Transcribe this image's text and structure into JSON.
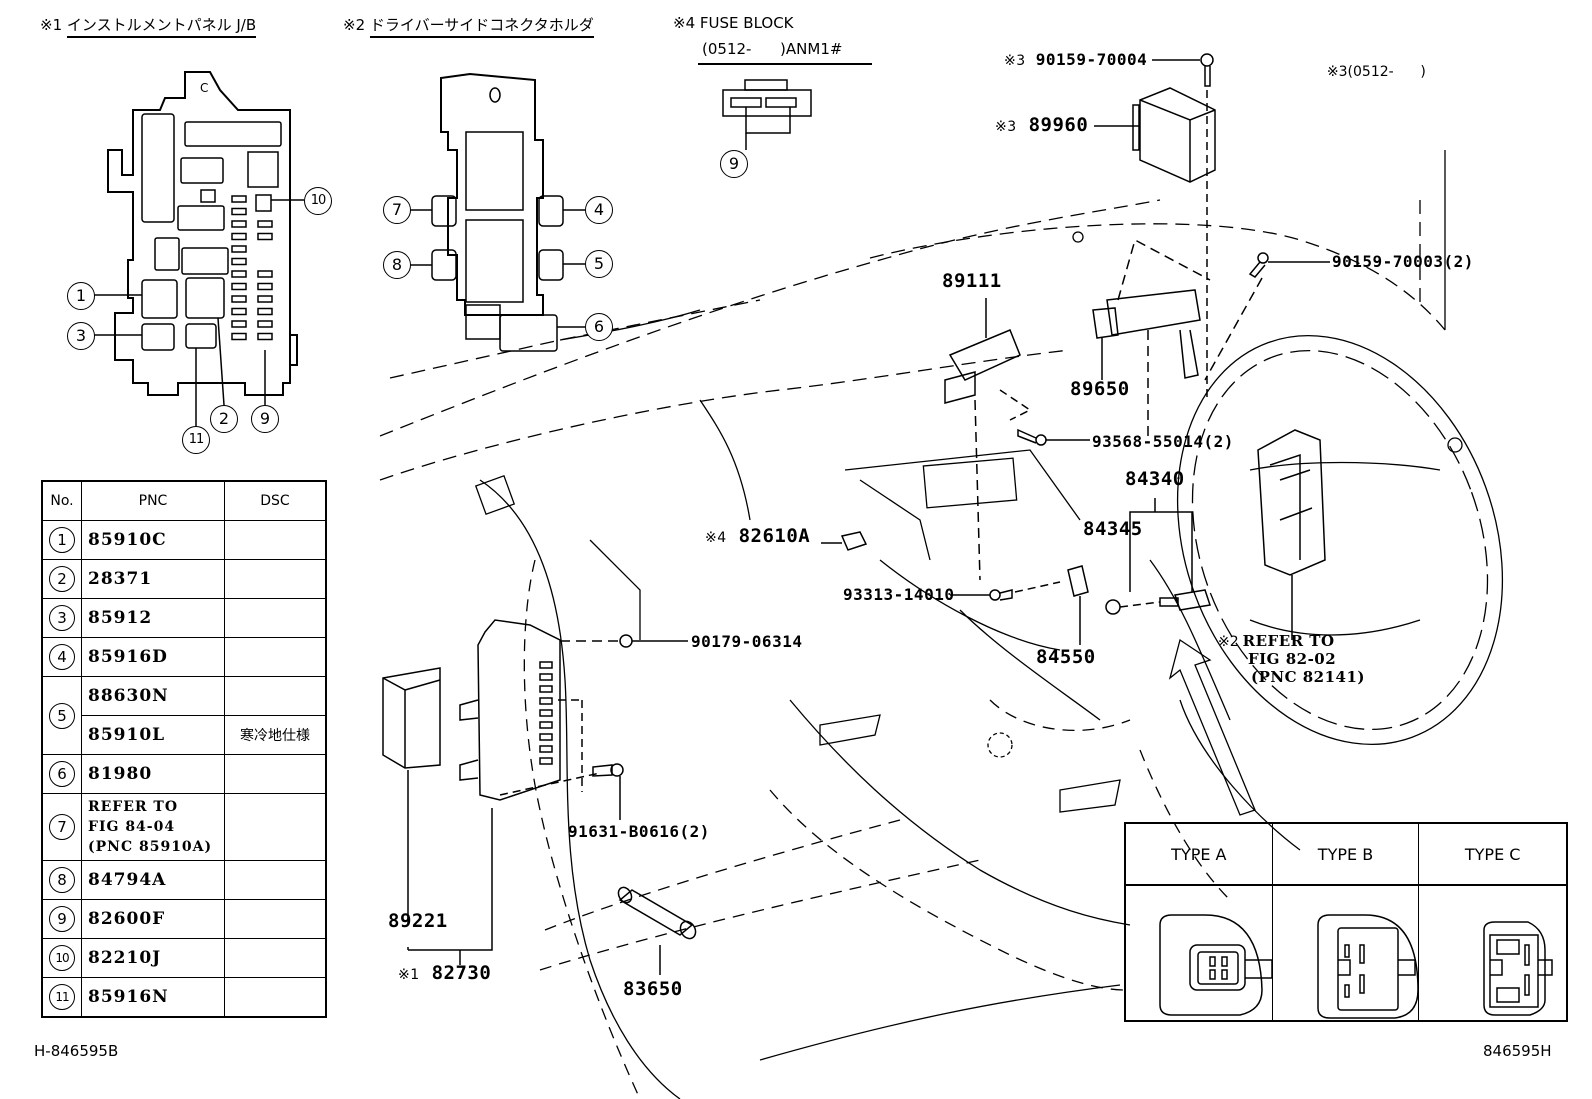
{
  "headers": {
    "jb": {
      "mark": "※1",
      "title": "インストルメントパネル J/B"
    },
    "connector_holder": {
      "mark": "※2",
      "title": "ドライバーサイドコネクタホルダ"
    },
    "fuse_block": {
      "mark": "※4",
      "title": "FUSE BLOCK",
      "condition": "(0512-      )ANM1#"
    }
  },
  "callouts": {
    "jb": [
      "1",
      "3",
      "10",
      "11",
      "2",
      "9"
    ],
    "holder": [
      "7",
      "4",
      "8",
      "5",
      "6"
    ],
    "fuse_block": [
      "9"
    ]
  },
  "parts": {
    "p90159_70004": {
      "mark": "※3",
      "label": "90159-70004"
    },
    "p89960": {
      "mark": "※3",
      "label": "89960"
    },
    "cond3": {
      "mark": "※3",
      "label": "(0512-      )"
    },
    "p90159_70003": {
      "label": "90159-70003(2)"
    },
    "p89111": {
      "label": "89111"
    },
    "p89650": {
      "label": "89650"
    },
    "p93568": {
      "label": "93568-55014(2)"
    },
    "p84340": {
      "label": "84340"
    },
    "p84345": {
      "label": "84345"
    },
    "p82610A": {
      "mark": "※4",
      "label": "82610A"
    },
    "p93313": {
      "label": "93313-14010"
    },
    "p90179": {
      "label": "90179-06314"
    },
    "p84550": {
      "label": "84550"
    },
    "refer82": {
      "mark": "※2",
      "lines": [
        "REFER TO",
        "FIG 82-02",
        "(PNC 82141)"
      ]
    },
    "p91631": {
      "label": "91631-B0616(2)"
    },
    "p89221": {
      "label": "89221"
    },
    "p82730": {
      "mark": "※1",
      "label": "82730"
    },
    "p83650": {
      "label": "83650"
    }
  },
  "table": {
    "headers": [
      "No.",
      "PNC",
      "DSC"
    ],
    "rows": [
      {
        "no": "1",
        "pnc": "85910C",
        "dsc": ""
      },
      {
        "no": "2",
        "pnc": "28371",
        "dsc": ""
      },
      {
        "no": "3",
        "pnc": "85912",
        "dsc": ""
      },
      {
        "no": "4",
        "pnc": "85916D",
        "dsc": ""
      },
      {
        "no": "5",
        "pnc": "88630N",
        "dsc": ""
      },
      {
        "no": "",
        "pnc": "85910L",
        "dsc": "寒冷地仕様"
      },
      {
        "no": "6",
        "pnc": "81980",
        "dsc": ""
      },
      {
        "no": "7",
        "pnc_lines": [
          "REFER TO",
          "FIG 84-04",
          "(PNC 85910A)"
        ],
        "dsc": ""
      },
      {
        "no": "8",
        "pnc": "84794A",
        "dsc": ""
      },
      {
        "no": "9",
        "pnc": "82600F",
        "dsc": ""
      },
      {
        "no": "10",
        "pnc": "82210J",
        "dsc": ""
      },
      {
        "no": "11",
        "pnc": "85916N",
        "dsc": ""
      }
    ]
  },
  "connector_types": [
    "TYPE A",
    "TYPE B",
    "TYPE C"
  ],
  "footer": {
    "left": "H-846595B",
    "right": "846595H"
  }
}
